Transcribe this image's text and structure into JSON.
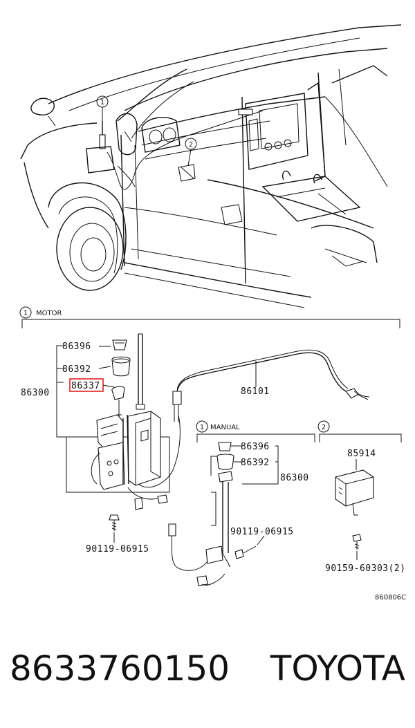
{
  "sections": {
    "motor": {
      "marker": "1",
      "title": "MOTOR"
    },
    "manual": {
      "marker": "1",
      "title": "MANUAL"
    },
    "amp": {
      "marker": "2"
    }
  },
  "callouts": {
    "c1": "1",
    "c2": "2"
  },
  "parts": {
    "cap_motor": "86396",
    "grommet_motor": "86392",
    "pole": "86337",
    "assy_motor": "86300",
    "cable": "86101",
    "bolt_motor": "90119-06915",
    "cap_manual": "86396",
    "grommet_manual": "86392",
    "assy_manual": "86300",
    "bolt_manual": "90119-06915",
    "amplifier": "85914",
    "screw_amp": "90159-60303(2)"
  },
  "diagram_code": "860806C",
  "footer": {
    "part_number": "8633760150",
    "brand": "TOYOTA"
  },
  "colors": {
    "line": "#111111",
    "highlight": "#e02020",
    "background": "#ffffff"
  }
}
